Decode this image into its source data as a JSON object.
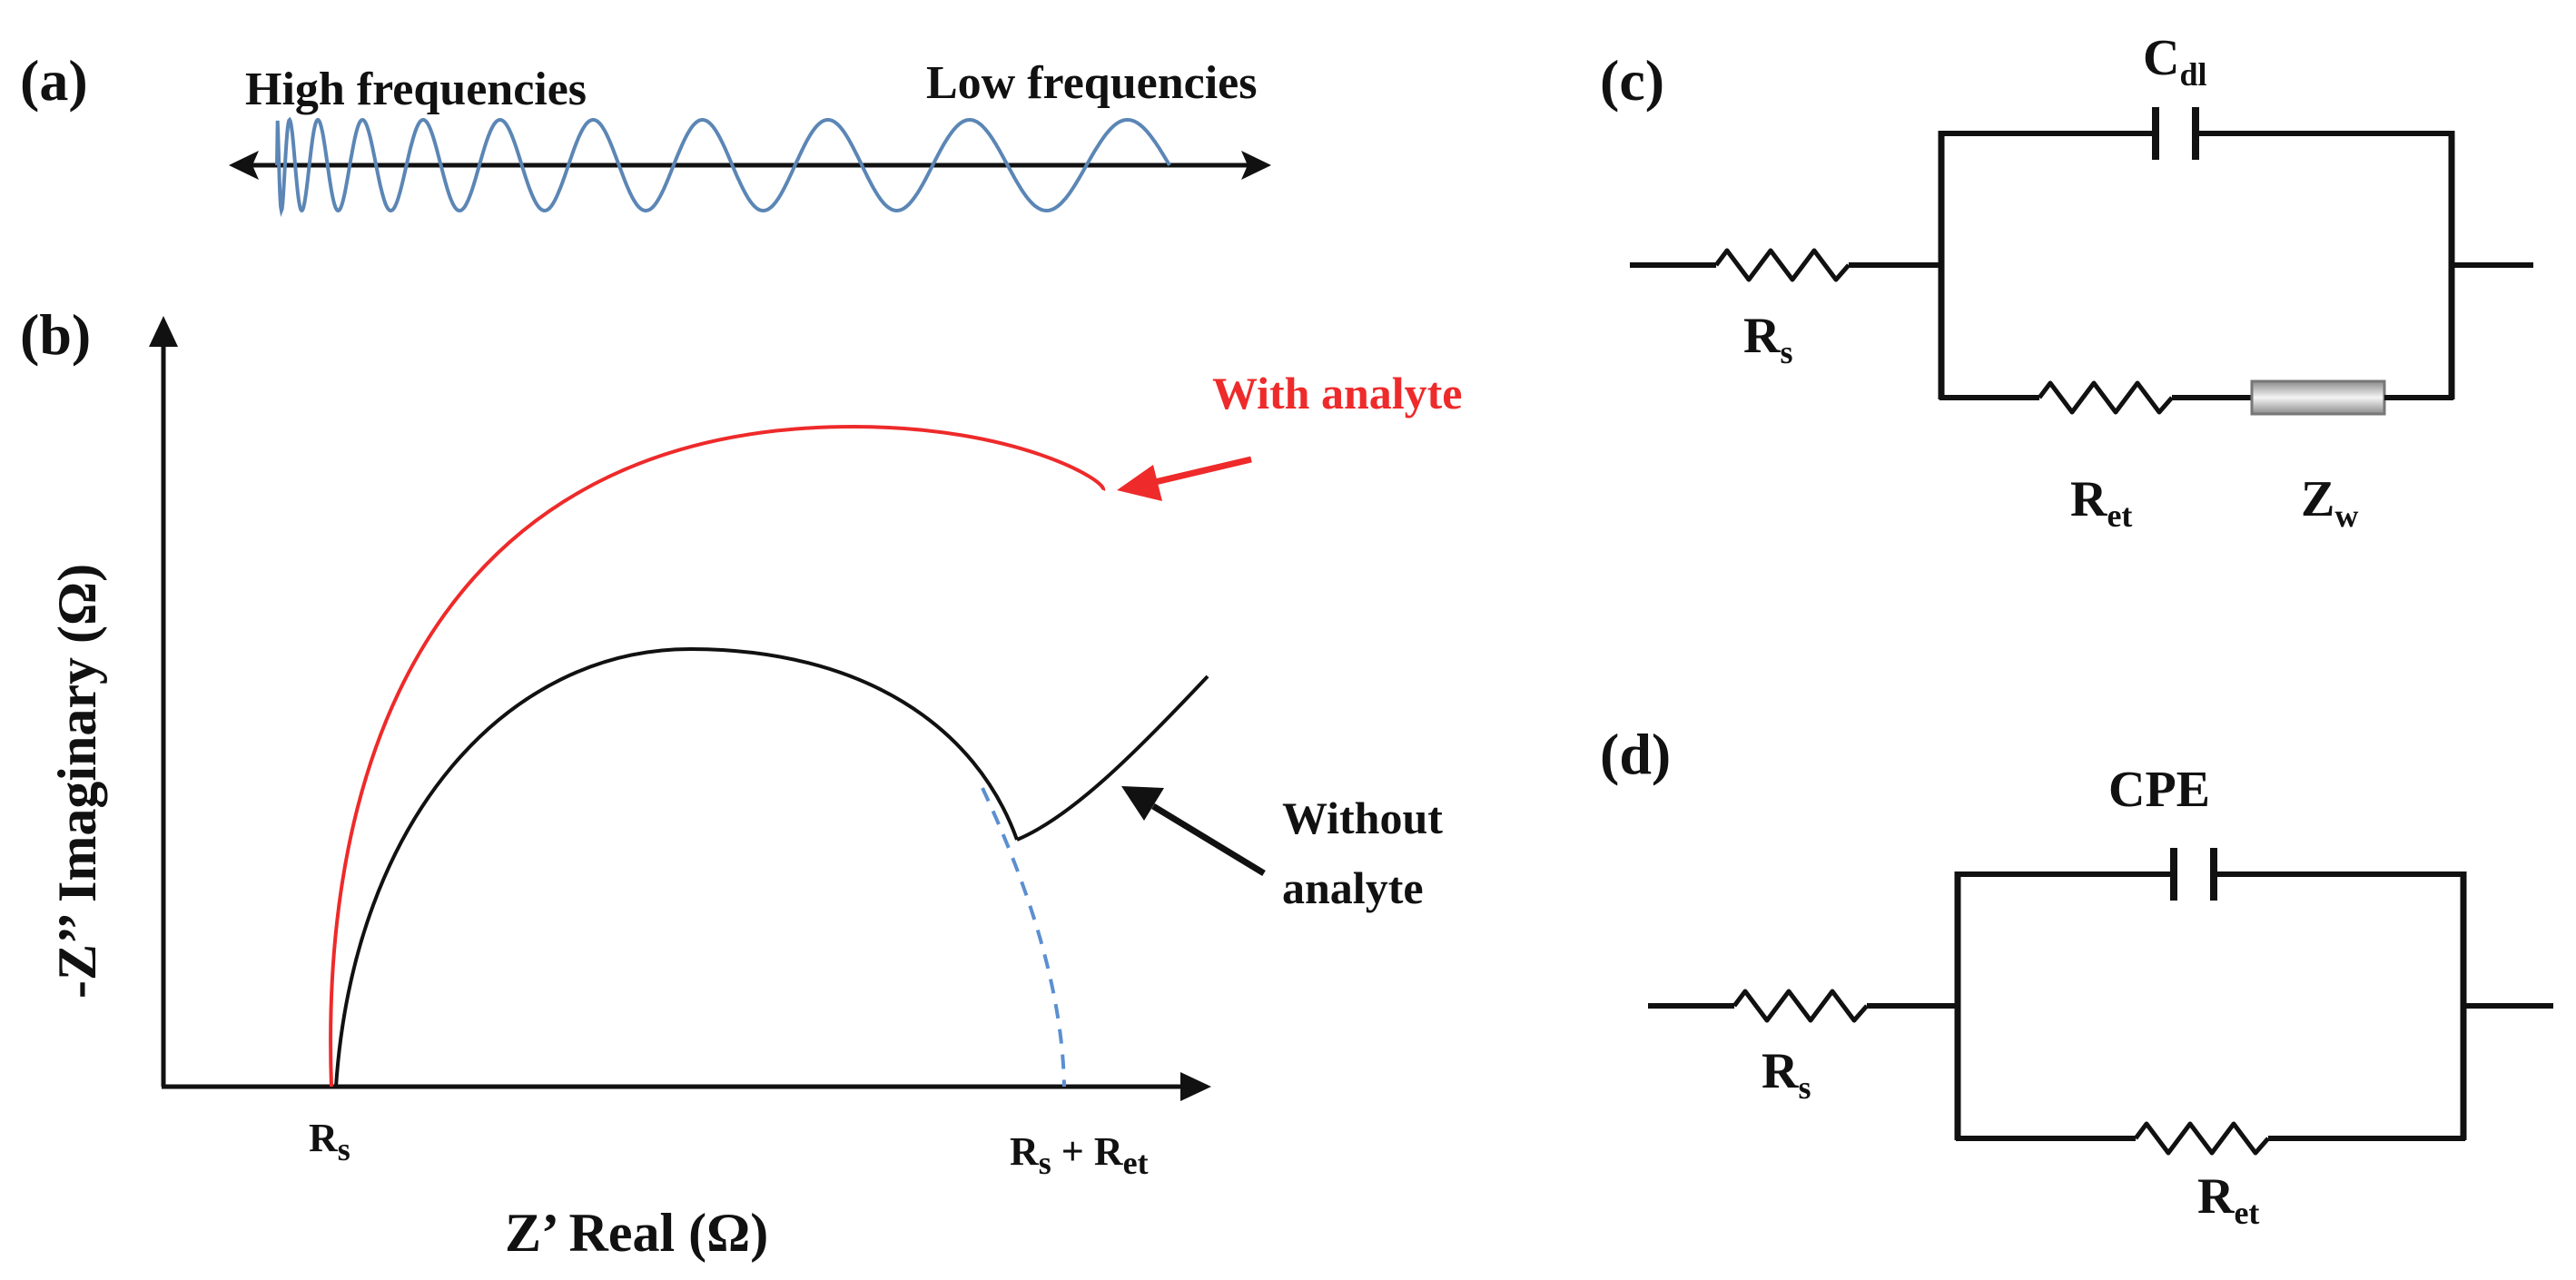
{
  "panels": {
    "a": {
      "label": "(a)"
    },
    "b": {
      "label": "(b)"
    },
    "c": {
      "label": "(c)"
    },
    "d": {
      "label": "(d)"
    }
  },
  "frequency": {
    "high_label": "High frequencies",
    "low_label": "Low frequencies"
  },
  "nyquist": {
    "y_axis_title": "-Z’’ Imaginary (Ω)",
    "x_axis_title": "Z’ Real (Ω)",
    "tick_rs_main": "R",
    "tick_rs_sub": "s",
    "tick_sum_main1": "R",
    "tick_sum_sub1": "s",
    "tick_sum_plus": " + R",
    "tick_sum_sub2": "et",
    "with_analyte_label": "With analyte",
    "without_analyte_line1": "Without",
    "without_analyte_line2": "analyte",
    "colors": {
      "with_analyte": "#ee2a2a",
      "without_analyte": "#111111",
      "extrapolation": "#5b8fd1",
      "wave": "#5b86b5"
    }
  },
  "circuit_c": {
    "rs_main": "R",
    "rs_sub": "s",
    "cdl_main": "C",
    "cdl_sub": "dl",
    "ret_main": "R",
    "ret_sub": "et",
    "zw_main": "Z",
    "zw_sub": "w"
  },
  "circuit_d": {
    "cpe_label": "CPE",
    "rs_main": "R",
    "rs_sub": "s",
    "ret_main": "R",
    "ret_sub": "et"
  }
}
